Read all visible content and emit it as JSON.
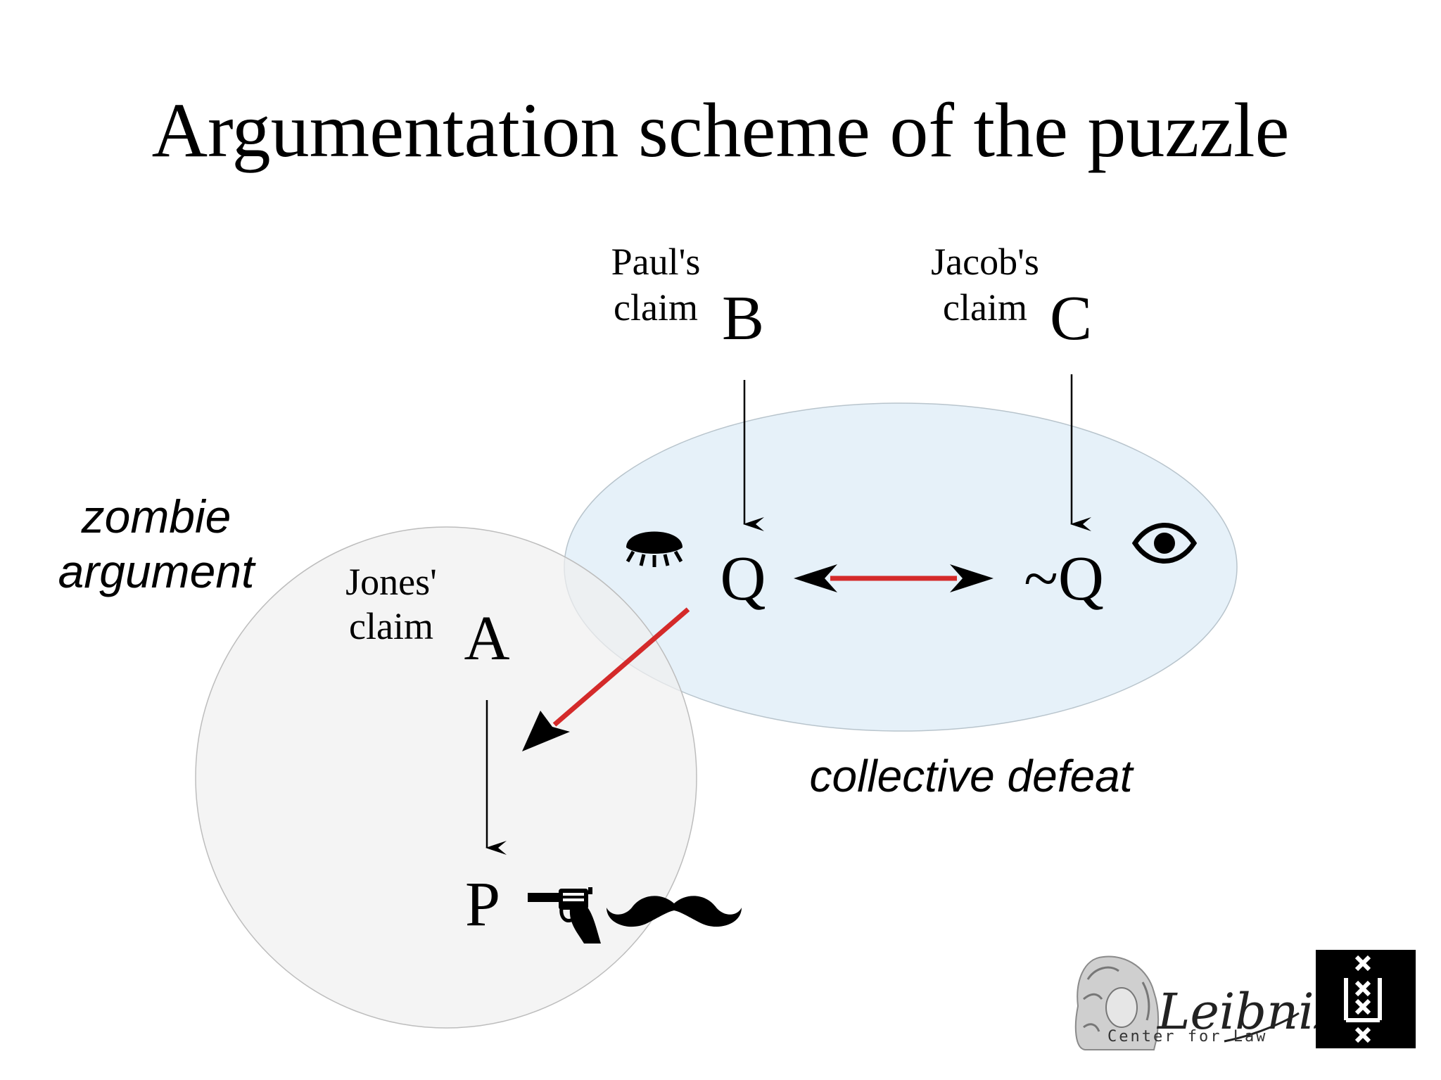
{
  "slide": {
    "title": "Argumentation scheme of the puzzle"
  },
  "diagram": {
    "nodes": {
      "b": {
        "owner": "Paul's",
        "claim_word": "claim",
        "symbol": "B"
      },
      "c": {
        "owner": "Jacob's",
        "claim_word": "claim",
        "symbol": "C"
      },
      "a": {
        "owner": "Jones'",
        "claim_word": "claim",
        "symbol": "A"
      },
      "q": {
        "symbol": "Q"
      },
      "not_q": {
        "symbol": "~Q"
      },
      "p": {
        "symbol": "P"
      }
    },
    "region_labels": {
      "zombie_line1": "zombie",
      "zombie_line2": "argument",
      "collective_defeat": "collective defeat"
    },
    "icons": {
      "closed_eye": "closed-eye-icon",
      "open_eye": "open-eye-icon",
      "revolver": "revolver-icon",
      "mustache": "mustache-icon"
    },
    "colors": {
      "attack_red": "#d42a2a",
      "defeat_region": "#e6f1f9",
      "zombie_region": "#f0f0f0"
    }
  },
  "logos": {
    "leibniz_script": "Leibniz",
    "leibniz_subtitle": "Center for Law"
  }
}
